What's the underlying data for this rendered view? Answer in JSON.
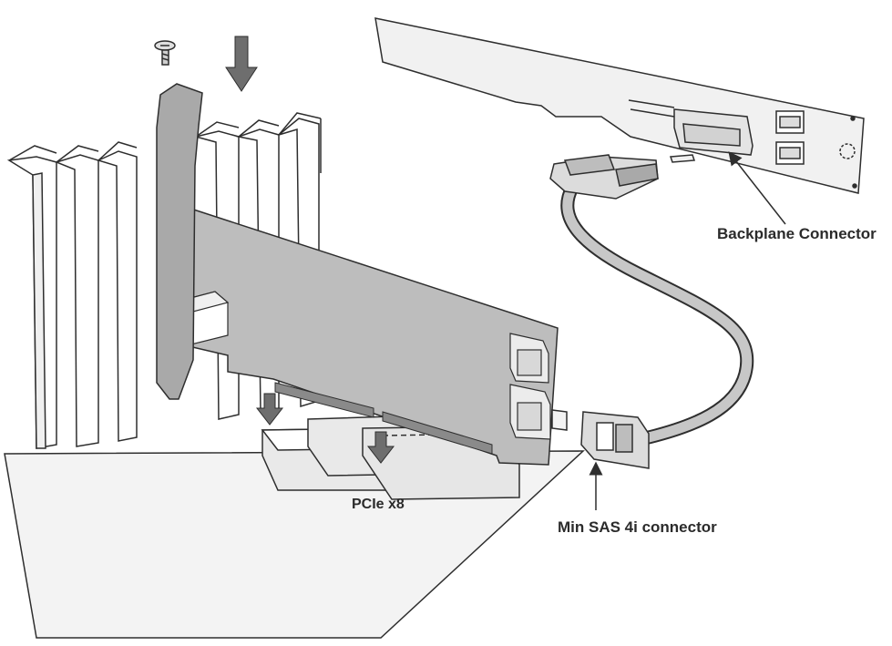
{
  "labels": {
    "backplane_connector": "Backplane Connector",
    "mini_sas_connector": "Min SAS 4i connector",
    "pcie_slot": "PCIe x8"
  },
  "colors": {
    "line": "#2e2e2e",
    "card_fill": "#bdbdbd",
    "bracket_fill": "#a9a9a9",
    "arrow_fill": "#6e6e6e",
    "plate_fill": "#f3f3f3",
    "slot_fill": "#e9e9e9",
    "cable_fill": "#c7c7c7",
    "backplane_fill": "#f1f1f1"
  },
  "icons": [
    "screw-icon",
    "insert-arrow-icon",
    "callout-arrow-icon"
  ]
}
